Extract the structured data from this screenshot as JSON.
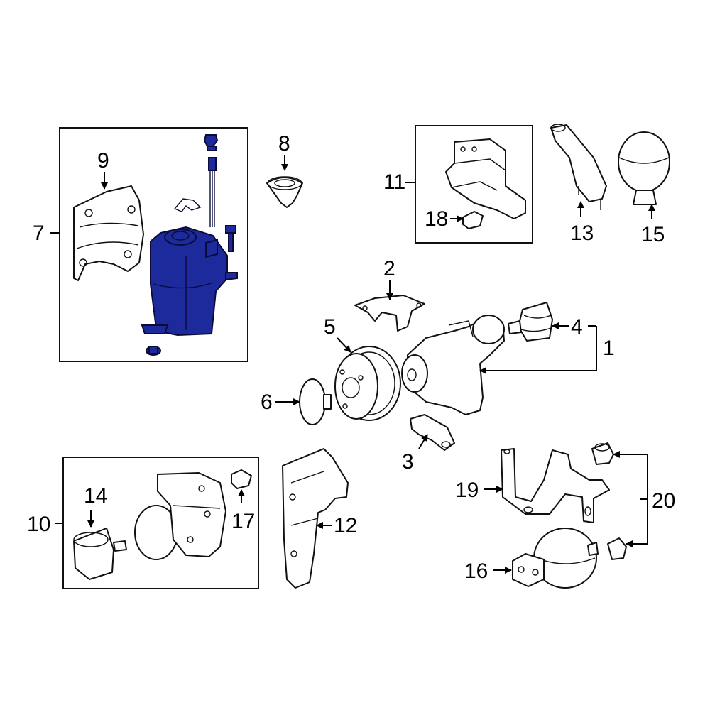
{
  "callouts": {
    "c1": "1",
    "c2": "2",
    "c3": "3",
    "c4": "4",
    "c5": "5",
    "c6": "6",
    "c7": "7",
    "c8": "8",
    "c9": "9",
    "c10": "10",
    "c11": "11",
    "c12": "12",
    "c13": "13",
    "c14": "14",
    "c15": "15",
    "c16": "16",
    "c17": "17",
    "c18": "18",
    "c19": "19",
    "c20": "20"
  },
  "colors": {
    "highlight": "#1c2a9c",
    "line": "#000000",
    "background": "#ffffff"
  },
  "highlighted_part": "7"
}
